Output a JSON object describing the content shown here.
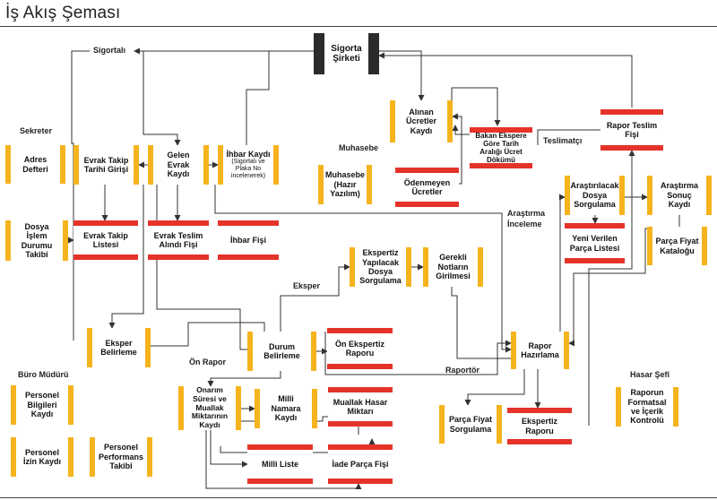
{
  "title": "İş Akış Şeması",
  "colors": {
    "yellow": "#f5b41d",
    "red": "#e5332a",
    "dark": "#2b2b2b",
    "line": "#333333"
  },
  "roles": {
    "sigortali": "Sigortalı",
    "sekreter": "Sekreter",
    "muhasebe": "Muhasebe",
    "teslimatci": "Teslimatçı",
    "arastirma_inceleme": "Araştırma İnceleme",
    "eksper": "Eksper",
    "on_rapor": "Ön Rapor",
    "raportor": "Raportör",
    "buro_muduru": "Büro Müdürü",
    "hasar_sefi": "Hasar Şefi"
  },
  "boxes": {
    "sigorta_sirketi": "Sigorta Şirketi",
    "adres_defteri": "Adres Defteri",
    "evrak_takip_tarihi": "Evrak Takip Tarihi Girişi",
    "gelen_evrak_kaydi": "Gelen Evrak Kaydı",
    "ihbar_kaydi": "İhbar Kaydı",
    "ihbar_kaydi_note": "(Sigortalı ve Plaka No incelenerek)",
    "alinan_ucretler": "Alınan Ücretler Kaydı",
    "bakan_eksper": "Bakan Ekspere Göre Tarih Aralığı Ücret Dökümü",
    "odenmeyen_ucretler": "Ödenmeyen Ücretler",
    "muhasebe_yazilim": "Muhasebe (Hazır Yazılım)",
    "rapor_teslim_fisi": "Rapor Teslim Fişi",
    "dosya_islem_durumu": "Dosya İşlem Durumu Takibi",
    "evrak_takip_listesi": "Evrak Takip Listesi",
    "evrak_teslim_fisi": "Evrak Teslim Alındı Fişi",
    "ihbar_fisi": "İhbar Fişi",
    "arastirilacak_dosya": "Araştırılacak Dosya Sorgulama",
    "arastirma_sonuc": "Araştırma Sonuç Kaydı",
    "yeni_parca_listesi": "Yeni Verilen Parça Listesi",
    "parca_fiyat_katalogu": "Parça Fiyat Kataloğu",
    "ekspertiz_dosya_sorgulama": "Ekspertiz Yapılacak Dosya Sorgulama",
    "gerekli_notlar": "Gerekli Notların Girilmesi",
    "eksper_belirleme": "Eksper Belirleme",
    "durum_belirleme": "Durum Belirleme",
    "on_ekspertiz_raporu": "Ön Ekspertiz Raporu",
    "rapor_hazirlama": "Rapor Hazırlama",
    "onarim_suresi": "Onarım Süresi ve Muallak Miktarının Kaydı",
    "milli_namara": "Milli Namara Kaydı",
    "muallak_hasar": "Muallak Hasar Miktarı",
    "parca_fiyat_sorgulama": "Parça Fiyat Sorgulama",
    "ekspertiz_raporu": "Ekspertiz Raporu",
    "raporun_formatsal": "Raporun Formatsal ve İçerik Kontrolü",
    "personel_bilgileri": "Personel Bilgileri Kaydı",
    "personel_izin": "Personel İzin Kaydı",
    "personel_performans": "Personel Performans Takibi",
    "milli_liste": "Milli Liste",
    "iade_parca_fisi": "İade Parça Fişi"
  }
}
